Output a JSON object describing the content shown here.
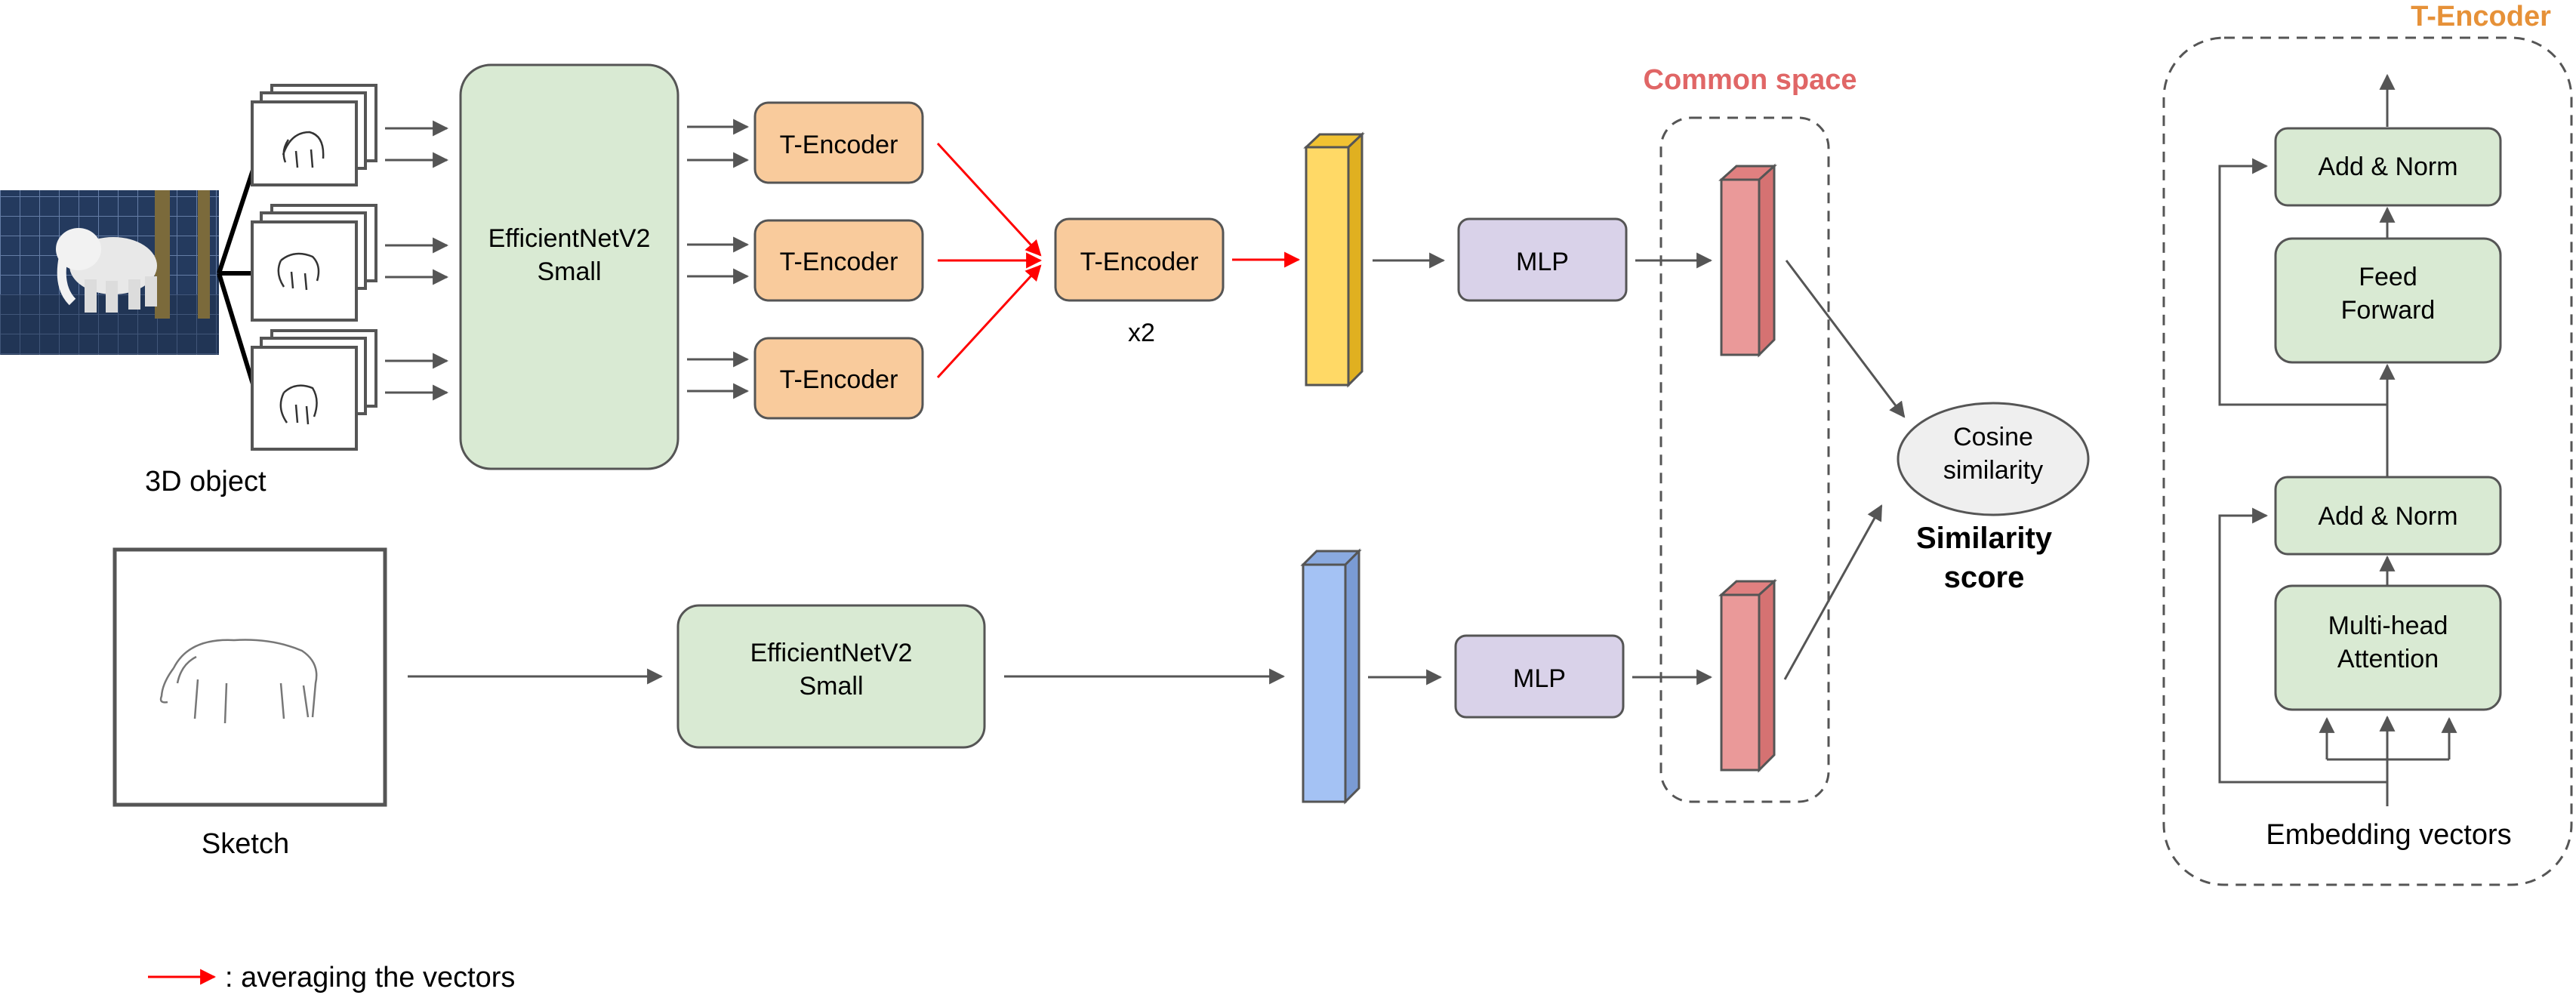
{
  "labels": {
    "object_3d": "3D object",
    "sketch": "Sketch",
    "backbone_views": "EfficientNetV2\nSmall",
    "backbone_sketch": "EfficientNetV2\nSmall",
    "t_encoder": "T-Encoder",
    "repeat": "x2",
    "mlp": "MLP",
    "common_space": "Common space",
    "cosine": "Cosine\nsimilarity",
    "similarity_score": "Similarity\nscore",
    "legend": ": averaging the vectors"
  },
  "t_encoder_detail": {
    "title": "T-Encoder",
    "add_norm_top": "Add & Norm",
    "feed_forward": "Feed\nForward",
    "add_norm_bottom": "Add & Norm",
    "attention": "Multi-head\nAttention",
    "input": "Embedding vectors"
  },
  "colors": {
    "green_fill": "#d9ead3",
    "orange_fill": "#f9cb9c",
    "purple_fill": "#d9d2e9",
    "pink_fill": "#ea9999",
    "yellow_fill": "#ffd966",
    "blue_fill": "#a4c2f4",
    "accent_orange": "#e69138",
    "accent_red": "#e06666",
    "arrow_red": "#ff0000",
    "stroke": "#555555"
  }
}
